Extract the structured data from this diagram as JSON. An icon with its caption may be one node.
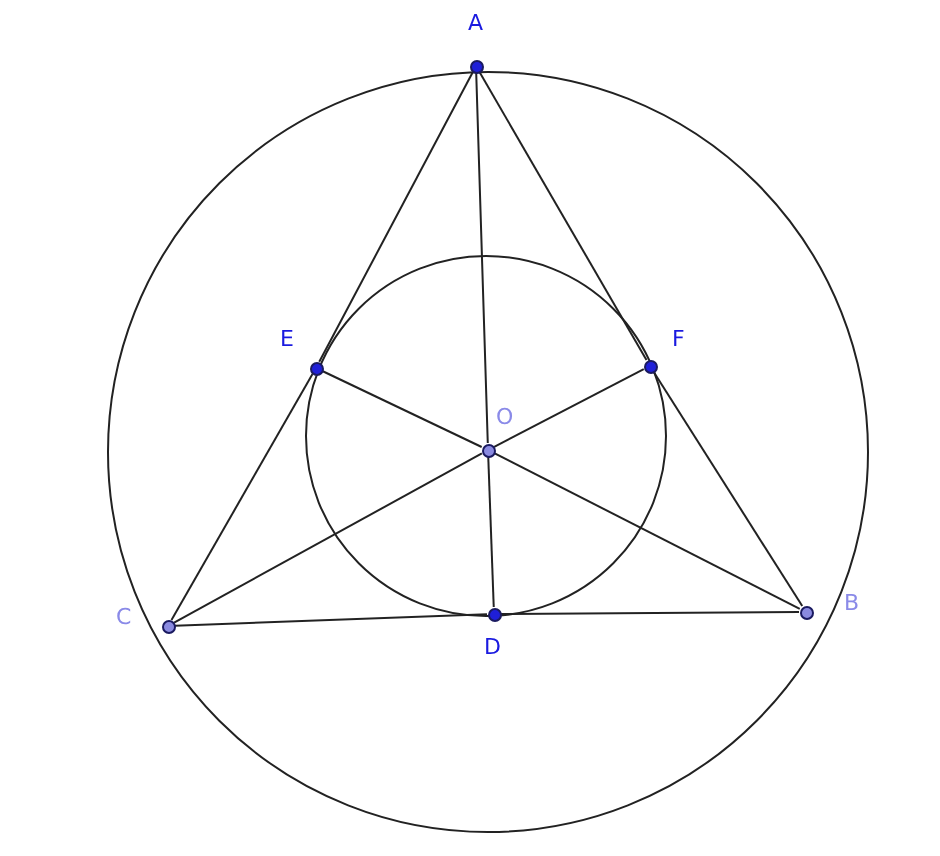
{
  "diagram": {
    "nodes": [
      {
        "text": [
          "A"
        ]
      },
      {
        "text": [
          "E"
        ]
      },
      {
        "text": [
          "F"
        ]
      },
      {
        "text": [
          "O"
        ]
      },
      {
        "text": [
          "C"
        ]
      },
      {
        "text": [
          "D"
        ]
      },
      {
        "text": [
          "B"
        ]
      }
    ],
    "edges": [
      {
        "from": 0,
        "to": 2,
        "arrow": "none"
      },
      {
        "from": 2,
        "to": 6,
        "arrow": "none"
      },
      {
        "from": 0,
        "to": 1,
        "arrow": "none"
      },
      {
        "from": 1,
        "to": 4,
        "arrow": "none"
      },
      {
        "from": 4,
        "to": 5,
        "arrow": "none"
      },
      {
        "from": 5,
        "to": 6,
        "arrow": "none"
      },
      {
        "from": 0,
        "to": 3,
        "arrow": "none"
      },
      {
        "from": 3,
        "to": 5,
        "arrow": "none"
      },
      {
        "from": 1,
        "to": 3,
        "arrow": "none"
      },
      {
        "from": 3,
        "to": 6,
        "arrow": "none"
      },
      {
        "from": 4,
        "to": 3,
        "arrow": "none"
      },
      {
        "from": 3,
        "to": 2,
        "arrow": "none"
      }
    ]
  }
}
